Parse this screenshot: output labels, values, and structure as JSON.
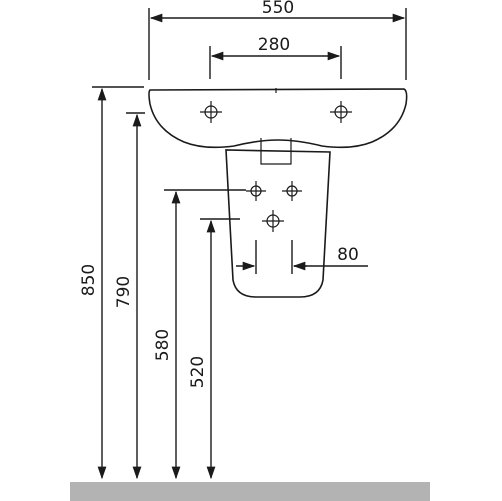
{
  "diagram": {
    "dimensions": {
      "overall_width": "550",
      "tap_hole_spacing": "280",
      "waste_spacing": "80",
      "rim_height": "850",
      "bowl_height": "790",
      "upper_fixing_height": "580",
      "lower_fixing_height": "520"
    },
    "colors": {
      "line": "#1a1a1a",
      "floor": "#b3b3b3",
      "background": "#ffffff"
    }
  }
}
